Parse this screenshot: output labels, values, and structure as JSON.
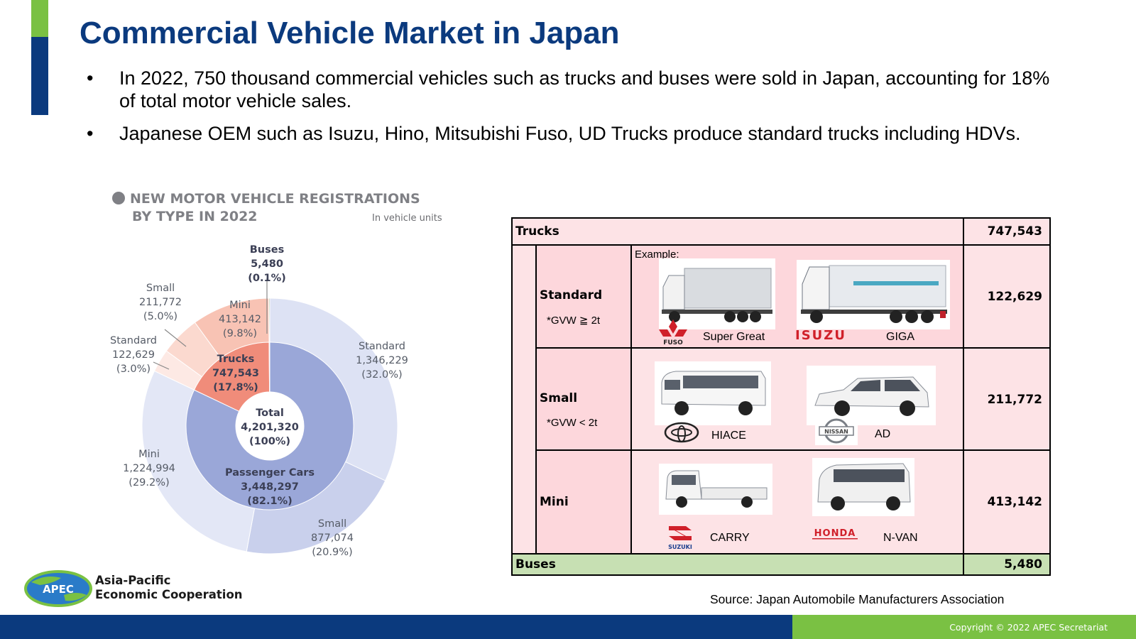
{
  "slide": {
    "title": "Commercial Vehicle Market in Japan",
    "bullets": [
      "In 2022, 750 thousand commercial vehicles such as trucks and buses were sold in Japan, accounting for 18% of total motor vehicle sales.",
      "Japanese OEM such as Isuzu, Hino, Mitsubishi Fuso, UD Trucks produce standard trucks including HDVs."
    ],
    "bullet_symbol": "•"
  },
  "chart_data": {
    "type": "pie",
    "style": "nested donut",
    "title_line1": "NEW MOTOR VEHICLE REGISTRATIONS",
    "title_line2": "BY TYPE IN 2022",
    "unit_note": "In vehicle units",
    "center": {
      "label": "Total",
      "value": "4,201,320",
      "percent": "(100%)"
    },
    "inner_ring": [
      {
        "name": "Passenger Cars",
        "value": 3448297,
        "value_label": "3,448,297",
        "percent": "(82.1%)",
        "color": "#9aa7d8"
      },
      {
        "name": "Trucks",
        "value": 747543,
        "value_label": "747,543",
        "percent": "(17.8%)",
        "color": "#f08c7a"
      },
      {
        "name": "Buses",
        "value": 5480,
        "value_label": "5,480",
        "percent": "(0.1%)",
        "color": "#7a9a5e"
      }
    ],
    "outer_ring": [
      {
        "name": "Standard",
        "group": "Passenger Cars",
        "value": 1346229,
        "value_label": "1,346,229",
        "percent": "(32.0%)",
        "color": "#dde2f4"
      },
      {
        "name": "Small",
        "group": "Passenger Cars",
        "value": 877074,
        "value_label": "877,074",
        "percent": "(20.9%)",
        "color": "#c9d0ec"
      },
      {
        "name": "Mini",
        "group": "Passenger Cars",
        "value": 1224994,
        "value_label": "1,224,994",
        "percent": "(29.2%)",
        "color": "#e3e7f6"
      },
      {
        "name": "Standard",
        "group": "Trucks",
        "value": 122629,
        "value_label": "122,629",
        "percent": "(3.0%)",
        "color": "#fde9e4"
      },
      {
        "name": "Small",
        "group": "Trucks",
        "value": 211772,
        "value_label": "211,772",
        "percent": "(5.0%)",
        "color": "#fbd9cf"
      },
      {
        "name": "Mini",
        "group": "Trucks",
        "value": 413142,
        "value_label": "413,142",
        "percent": "(9.8%)",
        "color": "#f8c3b4"
      },
      {
        "name": "Buses",
        "group": "Buses",
        "value": 5480,
        "value_label": "5,480",
        "percent": "(0.1%)",
        "color": "#9db386"
      }
    ]
  },
  "table": {
    "trucks": {
      "label": "Trucks",
      "value": "747,543"
    },
    "example_label": "Example:",
    "rows": [
      {
        "name": "Standard",
        "note": "*GVW ≧ 2t",
        "value": "122,629",
        "models": [
          {
            "brand": "FUSO",
            "model": "Super Great"
          },
          {
            "brand": "ISUZU",
            "model": "GIGA"
          }
        ]
      },
      {
        "name": "Small",
        "note": "*GVW < 2t",
        "value": "211,772",
        "models": [
          {
            "brand": "TOYOTA",
            "model": "HIACE"
          },
          {
            "brand": "NISSAN",
            "model": "AD"
          }
        ]
      },
      {
        "name": "Mini",
        "note": "",
        "value": "413,142",
        "models": [
          {
            "brand": "SUZUKI",
            "model": "CARRY"
          },
          {
            "brand": "HONDA",
            "model": "N-VAN"
          }
        ]
      }
    ],
    "buses": {
      "label": "Buses",
      "value": "5,480"
    }
  },
  "colors": {
    "brand_blue": "#0b3a7e",
    "brand_green": "#7ac143",
    "table_pink": "#fde3e6",
    "table_green": "#c7e0b3"
  },
  "source": "Source: Japan Automobile Manufacturers Association",
  "logo": {
    "badge": "APEC",
    "line1": "Asia-Pacific",
    "line2": "Economic Cooperation"
  },
  "copyright": "Copyright © 2022 APEC Secretariat"
}
